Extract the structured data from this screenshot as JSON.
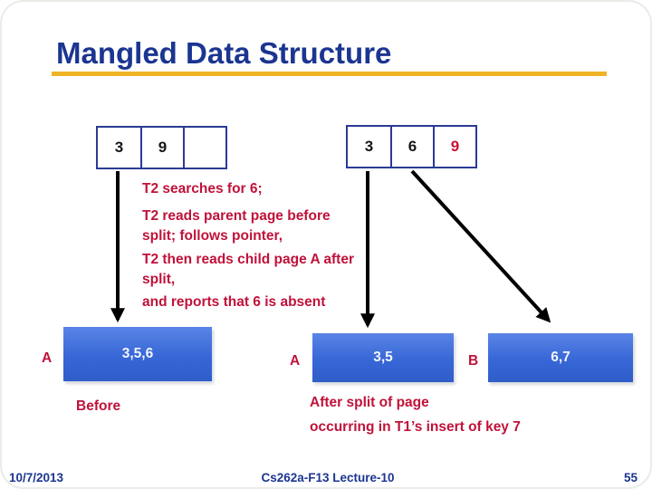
{
  "title": "Mangled Data Structure",
  "tables": {
    "parent_before": {
      "cells": [
        "3",
        "9",
        ""
      ]
    },
    "parent_after": {
      "cells": [
        "3",
        "6",
        "9"
      ],
      "highlighted_cell": "9"
    }
  },
  "annotations": [
    "T2 searches for 6;",
    "T2 reads parent page before\nsplit; follows pointer,",
    "T2 then reads child page A after\nsplit,",
    "and reports that 6 is absent"
  ],
  "pages": {
    "before": {
      "label": "A",
      "keys": "3,5,6"
    },
    "after_left": {
      "label": "A",
      "keys": "3,5"
    },
    "after_right": {
      "label": "B",
      "keys": "6,7"
    }
  },
  "captions": {
    "before": "Before",
    "after": "After split of page\noccurring in T1’s insert of key 7"
  },
  "footer": {
    "date": "10/7/2013",
    "course": "Cs262a-F13 Lecture-10",
    "page_number": "55"
  },
  "colors": {
    "title_navy": "#1b3591",
    "annotation_red": "#c0123a",
    "gold_rule": "#efb328",
    "page_blue": "#3767d6",
    "table_border_navy": "#2b3a94",
    "highlight_red": "#c81134"
  }
}
